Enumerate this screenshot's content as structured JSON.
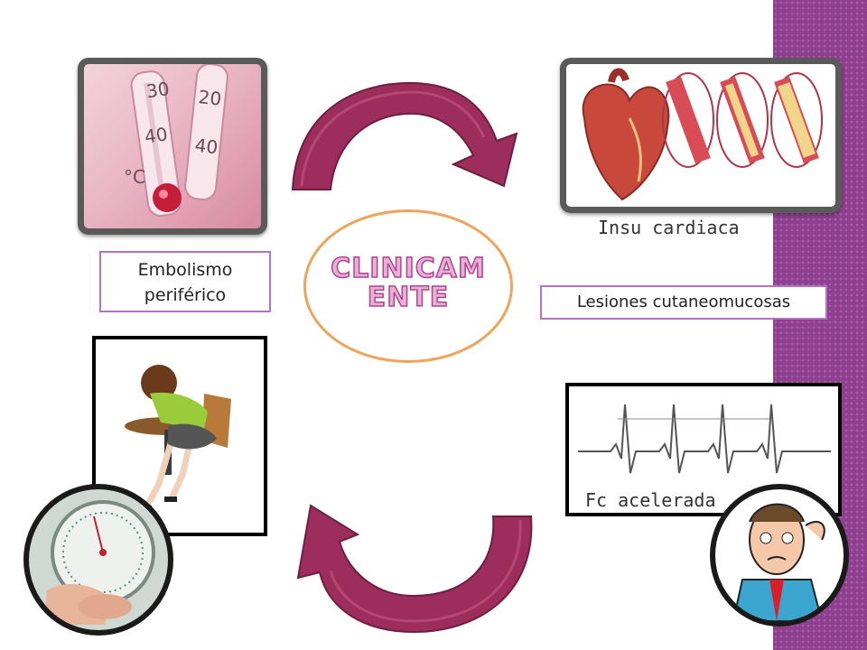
{
  "center": {
    "title": "CLINICAMENTE",
    "line1": "CLINICAM",
    "line2": "ENTE"
  },
  "labels": {
    "embolismo_line1": "Embolismo",
    "embolismo_line2": "periférico",
    "insu_cardiaca": "Insu cardiaca",
    "lesiones": "Lesiones cutaneomucosas",
    "fc_acelerada": "Fc acelerada"
  },
  "images": {
    "thermometer": {
      "scale_top": "30",
      "scale_mid": "40",
      "scale_top_right": "20",
      "scale_mid_right": "40",
      "unit": "°C"
    }
  },
  "colors": {
    "stripe": "#8f3f8f",
    "arrow": "#9c2d5c",
    "ellipse_border": "#f0a35a",
    "label_border": "#b471c6",
    "title_fill": "#e6b0d9",
    "title_stroke": "#b2448c"
  }
}
